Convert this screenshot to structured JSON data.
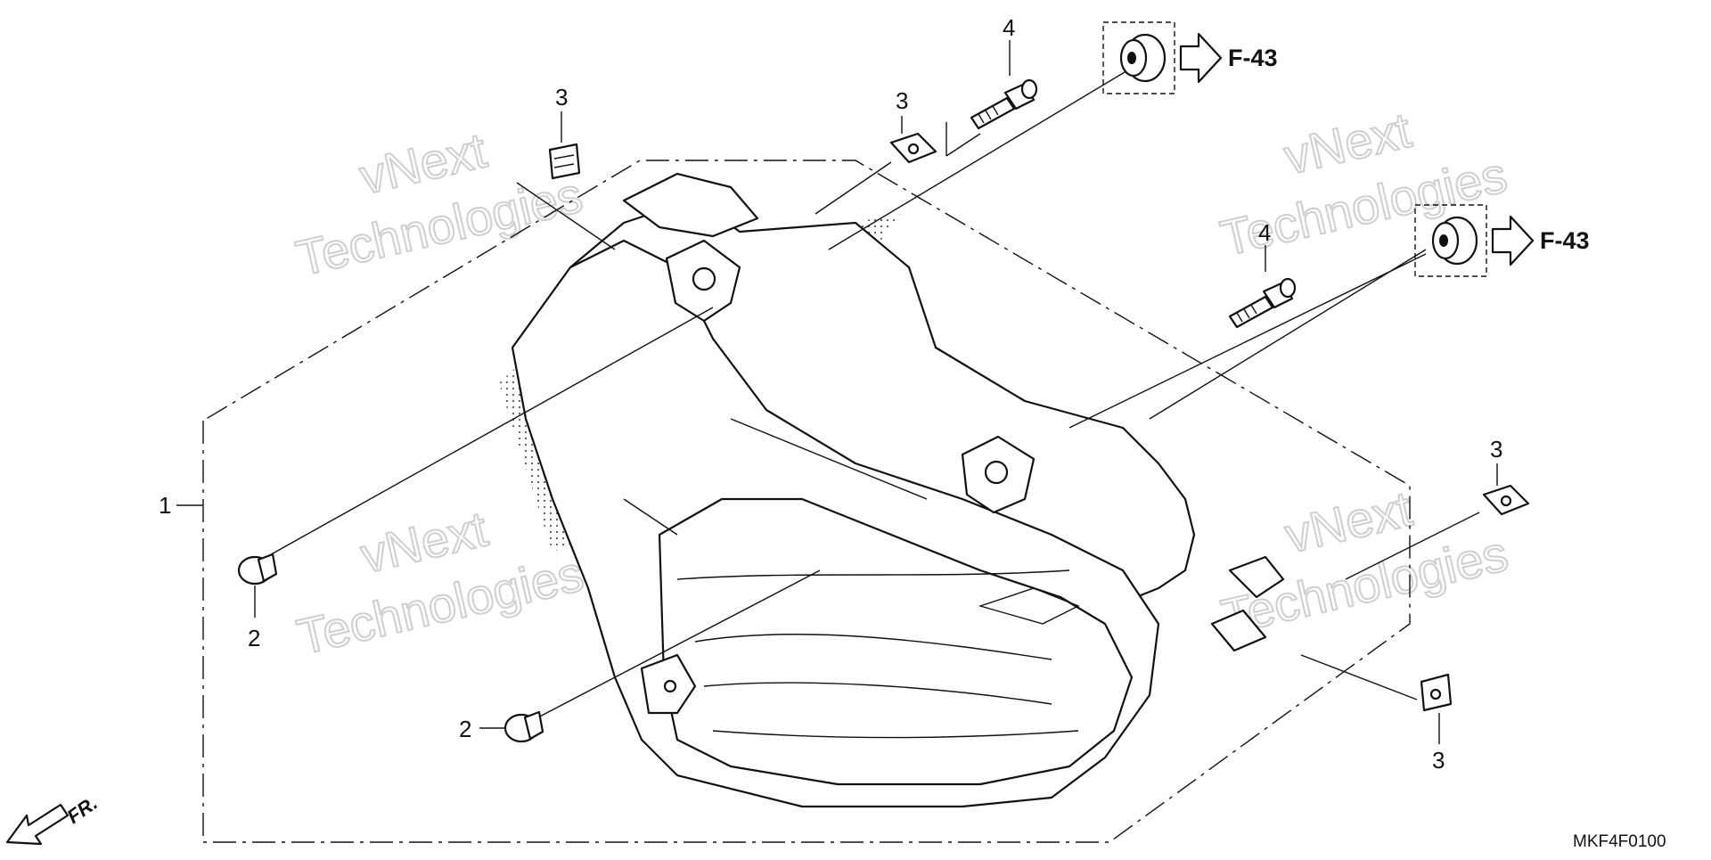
{
  "diagram": {
    "callouts": [
      {
        "id": "callout-1",
        "text": "1"
      },
      {
        "id": "callout-2-left",
        "text": "2"
      },
      {
        "id": "callout-2-bottom",
        "text": "2"
      },
      {
        "id": "callout-3-top-left",
        "text": "3"
      },
      {
        "id": "callout-3-top-center",
        "text": "3"
      },
      {
        "id": "callout-3-right",
        "text": "3"
      },
      {
        "id": "callout-3-bottom-right",
        "text": "3"
      },
      {
        "id": "callout-4-top",
        "text": "4"
      },
      {
        "id": "callout-4-right",
        "text": "4"
      }
    ],
    "references": [
      {
        "id": "ref-top",
        "text": "F-43"
      },
      {
        "id": "ref-right",
        "text": "F-43"
      }
    ],
    "direction_label": "FR.",
    "diagram_code": "MKF4F0100",
    "watermark_line1": "vNext",
    "watermark_line2": "Technologies"
  }
}
